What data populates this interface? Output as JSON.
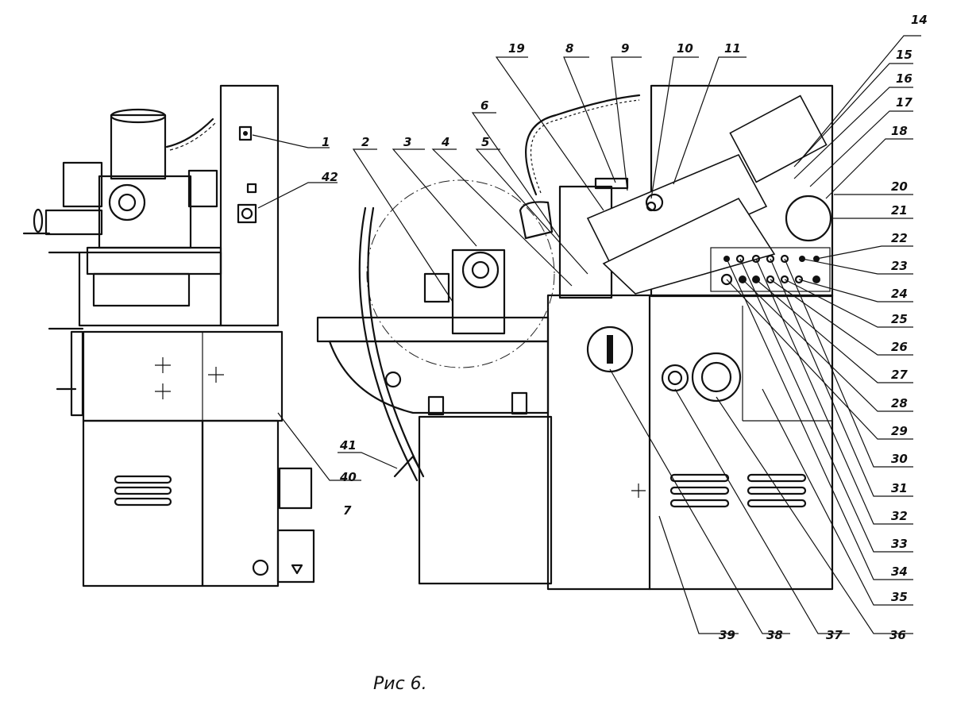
{
  "caption": "Рис 6.",
  "callouts": [
    {
      "id": "1",
      "label": "1"
    },
    {
      "id": "2",
      "label": "2"
    },
    {
      "id": "3",
      "label": "3"
    },
    {
      "id": "4",
      "label": "4"
    },
    {
      "id": "5",
      "label": "5"
    },
    {
      "id": "6",
      "label": "6"
    },
    {
      "id": "7",
      "label": "7"
    },
    {
      "id": "8",
      "label": "8"
    },
    {
      "id": "9",
      "label": "9"
    },
    {
      "id": "10",
      "label": "10"
    },
    {
      "id": "11",
      "label": "11"
    },
    {
      "id": "14",
      "label": "14"
    },
    {
      "id": "15",
      "label": "15"
    },
    {
      "id": "16",
      "label": "16"
    },
    {
      "id": "17",
      "label": "17"
    },
    {
      "id": "18",
      "label": "18"
    },
    {
      "id": "19",
      "label": "19"
    },
    {
      "id": "20",
      "label": "20"
    },
    {
      "id": "21",
      "label": "21"
    },
    {
      "id": "22",
      "label": "22"
    },
    {
      "id": "23",
      "label": "23"
    },
    {
      "id": "24",
      "label": "24"
    },
    {
      "id": "25",
      "label": "25"
    },
    {
      "id": "26",
      "label": "26"
    },
    {
      "id": "27",
      "label": "27"
    },
    {
      "id": "28",
      "label": "28"
    },
    {
      "id": "29",
      "label": "29"
    },
    {
      "id": "30",
      "label": "30"
    },
    {
      "id": "31",
      "label": "31"
    },
    {
      "id": "32",
      "label": "32"
    },
    {
      "id": "33",
      "label": "33"
    },
    {
      "id": "34",
      "label": "34"
    },
    {
      "id": "35",
      "label": "35"
    },
    {
      "id": "36",
      "label": "36"
    },
    {
      "id": "37",
      "label": "37"
    },
    {
      "id": "38",
      "label": "38"
    },
    {
      "id": "39",
      "label": "39"
    },
    {
      "id": "40",
      "label": "40"
    },
    {
      "id": "41",
      "label": "41"
    },
    {
      "id": "42",
      "label": "42"
    }
  ]
}
